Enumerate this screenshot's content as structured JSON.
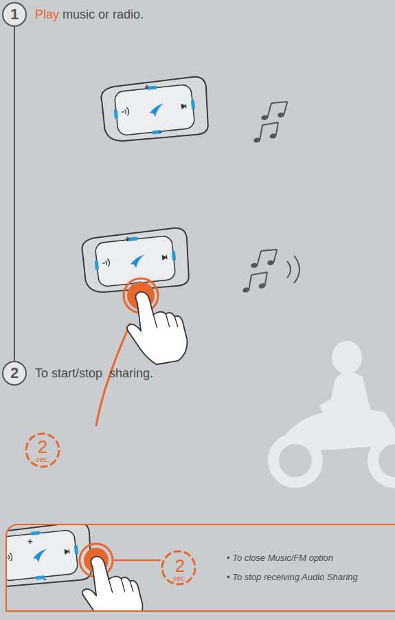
{
  "diagram": {
    "nodes": [
      {
        "text": [
          "1",
          "Play",
          "music or radio."
        ]
      },
      {
        "text": [
          "2",
          "To start/stop  sharing."
        ]
      },
      {
        "text": [
          "2",
          "sec."
        ]
      },
      {
        "text": [
          "• To close Music/FM option",
          "• To stop receiving Audio Sharing"
        ]
      },
      {
        "text": [
          "2",
          "sec."
        ],
        "in": 3
      }
    ],
    "edges": [
      {
        "from": 0,
        "to": 1,
        "arrow": "none"
      }
    ],
    "labels": [
      "+",
      "-",
      "+",
      "+",
      "-"
    ]
  }
}
